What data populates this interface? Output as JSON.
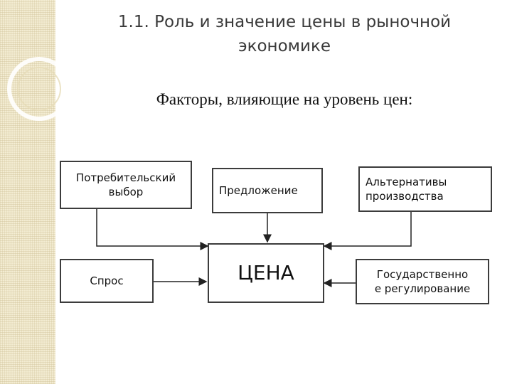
{
  "slide": {
    "title": "1.1. Роль и значение цены в рыночной экономике",
    "subtitle": "Факторы, влияющие на уровень цен:"
  },
  "diagram": {
    "nodes": {
      "consumer_choice": "Потребительский\nвыбор",
      "supply": "Предложение",
      "alternatives": "Альтернативы\nпроизводства",
      "demand": "Спрос",
      "price": "ЦЕНА",
      "state_regulation": "Государственно\nе регулирование"
    }
  },
  "colors": {
    "side_strip": "#f3ecd2",
    "border": "#3c3c3c",
    "title_text": "#3a3a3a"
  }
}
